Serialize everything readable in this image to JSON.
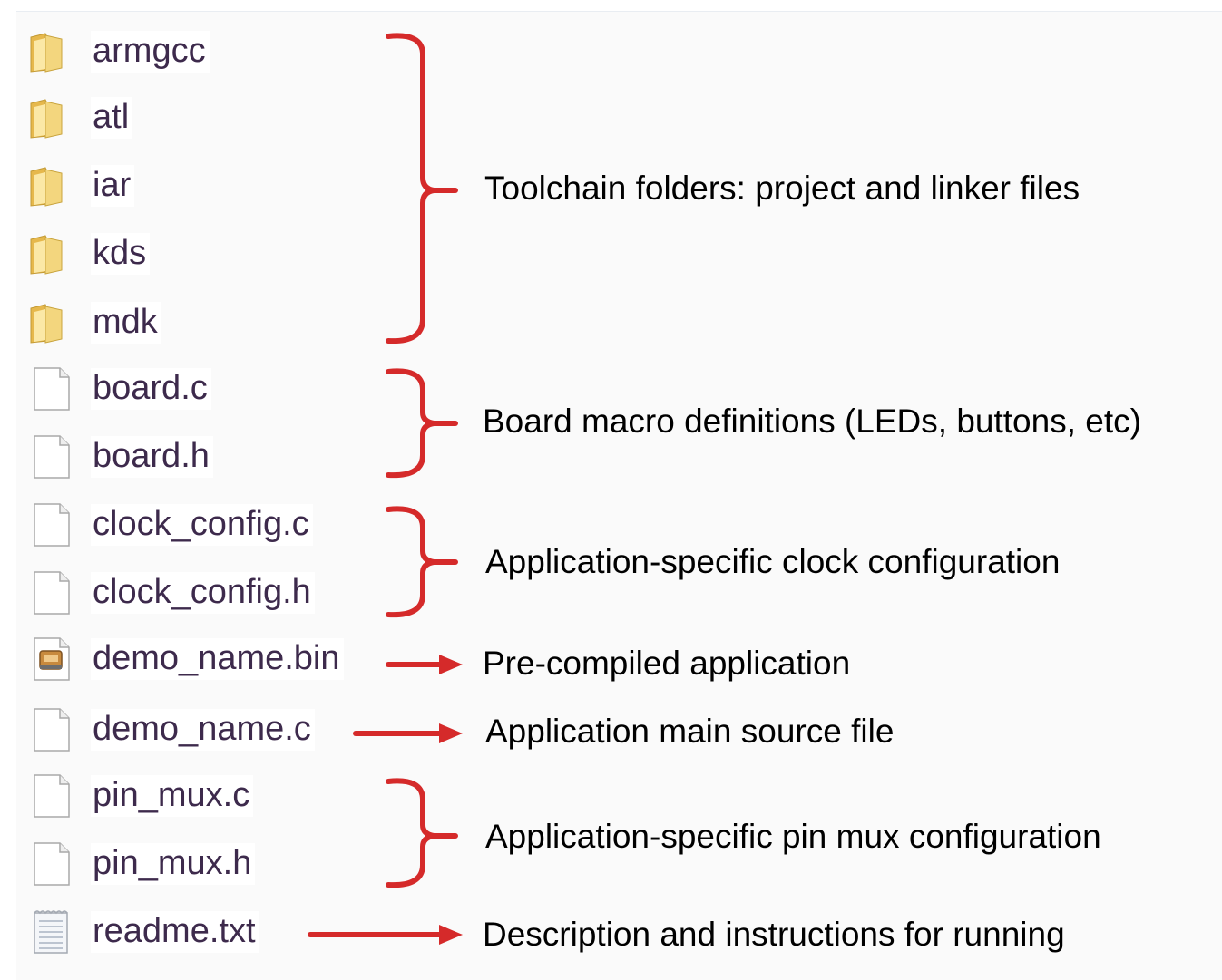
{
  "colors": {
    "bracket": "#d52a2a",
    "label_text": "#3d2a4c",
    "annotation_text": "#000000",
    "folder": "#f2d27a"
  },
  "files": [
    {
      "name": "armgcc",
      "icon": "folder-icon"
    },
    {
      "name": "atl",
      "icon": "folder-icon"
    },
    {
      "name": "iar",
      "icon": "folder-icon"
    },
    {
      "name": "kds",
      "icon": "folder-icon"
    },
    {
      "name": "mdk",
      "icon": "folder-icon"
    },
    {
      "name": "board.c",
      "icon": "blank-file-icon"
    },
    {
      "name": "board.h",
      "icon": "blank-file-icon"
    },
    {
      "name": "clock_config.c",
      "icon": "blank-file-icon"
    },
    {
      "name": "clock_config.h",
      "icon": "blank-file-icon"
    },
    {
      "name": "demo_name.bin",
      "icon": "binary-file-icon"
    },
    {
      "name": "demo_name.c",
      "icon": "blank-file-icon"
    },
    {
      "name": "pin_mux.c",
      "icon": "blank-file-icon"
    },
    {
      "name": "pin_mux.h",
      "icon": "blank-file-icon"
    },
    {
      "name": "readme.txt",
      "icon": "text-file-icon"
    }
  ],
  "annotations": [
    {
      "text": "Toolchain folders: project and linker files",
      "marker": "bracket"
    },
    {
      "text": "Board macro definitions (LEDs, buttons, etc)",
      "marker": "bracket"
    },
    {
      "text": "Application-specific clock configuration",
      "marker": "bracket"
    },
    {
      "text": "Pre-compiled application",
      "marker": "arrow"
    },
    {
      "text": "Application main source file",
      "marker": "arrow"
    },
    {
      "text": "Application-specific pin mux configuration",
      "marker": "bracket"
    },
    {
      "text": "Description and instructions for running",
      "marker": "arrow"
    }
  ]
}
